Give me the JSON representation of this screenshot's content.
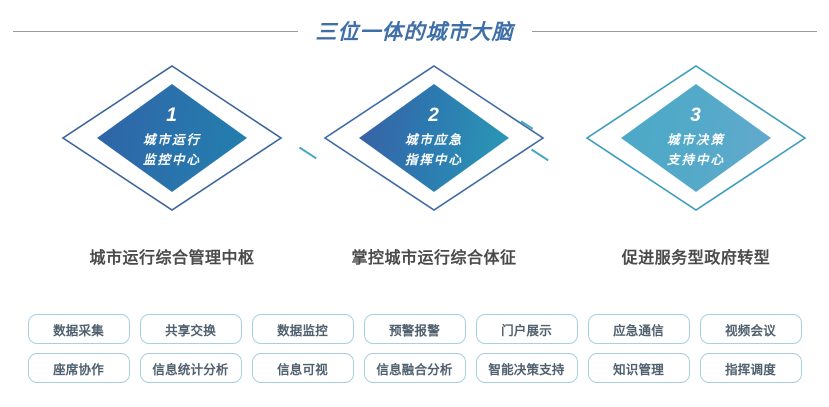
{
  "header": {
    "title": "三位一体的城市大脑",
    "rule_color": "#9a9a9a",
    "title_color": "#3f6fa8"
  },
  "diamonds": [
    {
      "number": "1",
      "line1": "城市运行",
      "line2": "监控中心",
      "caption": "城市运行综合管理中枢",
      "outline_color": "#3a6399",
      "fill_from": "#2f63a6",
      "fill_to": "#2280ae"
    },
    {
      "number": "2",
      "line1": "城市应急",
      "line2": "指挥中心",
      "caption": "掌控城市运行综合体征",
      "outline_color": "#3d6aa3",
      "fill_from": "#3a5fa3",
      "fill_to": "#2a9ab6"
    },
    {
      "number": "3",
      "line1": "城市决策",
      "line2": "支持中心",
      "caption": "促进服务型政府转型",
      "outline_color": "#3a9cbd",
      "fill_from": "#4aa9c6",
      "fill_to": "#63a9cd"
    }
  ],
  "capabilities": {
    "border_color": "#a9cfe3",
    "text_color": "#50606e",
    "row1": [
      "数据采集",
      "共享交换",
      "数据监控",
      "预警报警",
      "门户展示",
      "应急通信",
      "视频会议"
    ],
    "row2": [
      "座席协作",
      "信息统计分析",
      "信息可视",
      "信息融合分析",
      "智能决策支持",
      "知识管理",
      "指挥调度"
    ]
  }
}
